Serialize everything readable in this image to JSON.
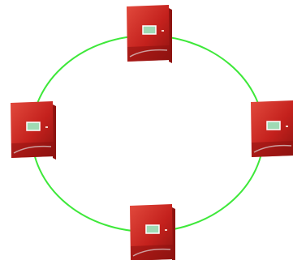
{
  "diagram": {
    "type": "ring-topology",
    "ring_color": "#3ee83a",
    "device_body_color": "#c4211d",
    "device_dark_color": "#8e1310",
    "device_highlight_color": "#e24a3d",
    "panel_color": "#9fd9b4",
    "nodes": [
      {
        "id": "top",
        "icon": "network-device-icon"
      },
      {
        "id": "right",
        "icon": "network-device-icon"
      },
      {
        "id": "bottom",
        "icon": "network-device-icon"
      },
      {
        "id": "left",
        "icon": "network-device-icon"
      }
    ]
  }
}
